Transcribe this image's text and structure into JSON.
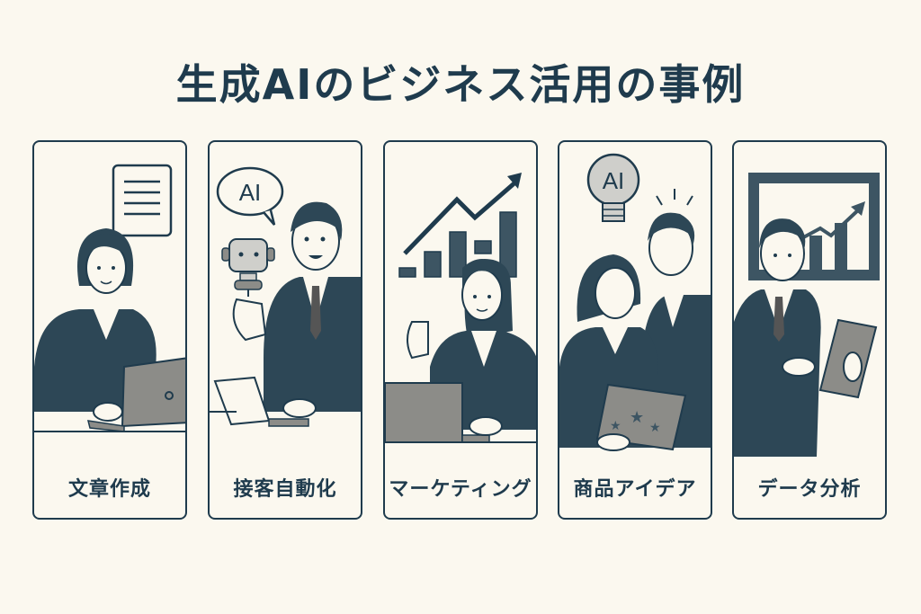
{
  "title": "生成AIのビジネス活用の事例",
  "colors": {
    "background": "#fbf8ef",
    "ink": "#1f3b4d",
    "gray": "#8c8c88",
    "light_gray": "#cfcfcb"
  },
  "cards": [
    {
      "label": "文章作成",
      "icon": "document-icon",
      "scene": "woman typing on laptop"
    },
    {
      "label": "接客自動化",
      "icon": "ai-chatbot-icon",
      "bubble": "AI",
      "scene": "man with robot assistant"
    },
    {
      "label": "マーケティング",
      "icon": "growth-chart-icon",
      "scene": "woman at laptop with rising bar chart"
    },
    {
      "label": "商品アイデア",
      "icon": "ai-lightbulb-icon",
      "bulb_text": "AI",
      "scene": "two people thinking with star tablet"
    },
    {
      "label": "データ分析",
      "icon": "presentation-chart-icon",
      "scene": "man with tablet in front of chart"
    }
  ]
}
